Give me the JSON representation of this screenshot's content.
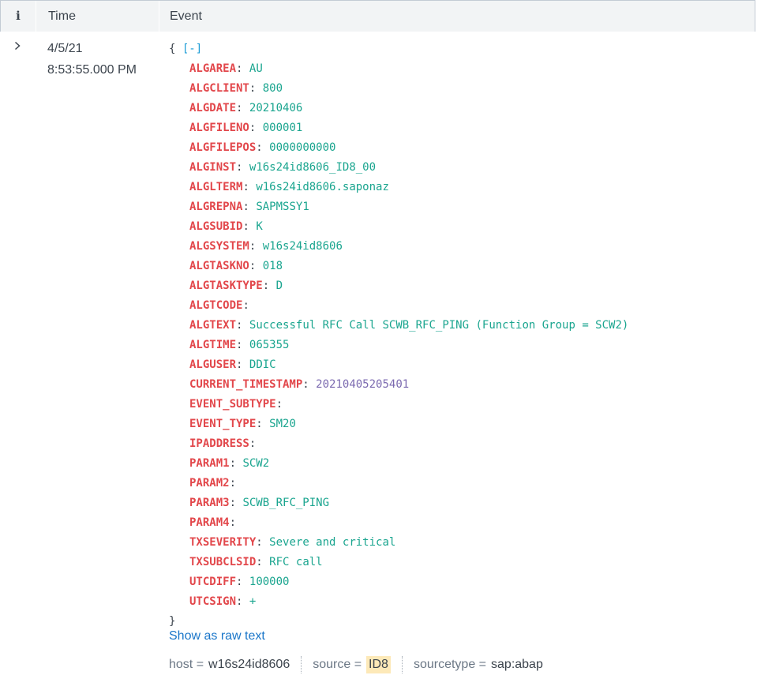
{
  "header": {
    "info_label": "i",
    "time_label": "Time",
    "event_label": "Event"
  },
  "row": {
    "expander_icon": "chevron-right-icon",
    "date": "4/5/21",
    "time": "8:53:55.000 PM",
    "json_open": "{",
    "collapse_label": "[-]",
    "json_close": "}",
    "fields": [
      {
        "key": "ALGAREA",
        "value": "AU",
        "type": "str"
      },
      {
        "key": "ALGCLIENT",
        "value": "800",
        "type": "str"
      },
      {
        "key": "ALGDATE",
        "value": "20210406",
        "type": "str"
      },
      {
        "key": "ALGFILENO",
        "value": "000001",
        "type": "str"
      },
      {
        "key": "ALGFILEPOS",
        "value": "0000000000",
        "type": "str"
      },
      {
        "key": "ALGINST",
        "value": "w16s24id8606_ID8_00",
        "type": "str"
      },
      {
        "key": "ALGLTERM",
        "value": "w16s24id8606.saponaz",
        "type": "str"
      },
      {
        "key": "ALGREPNA",
        "value": "SAPMSSY1",
        "type": "str"
      },
      {
        "key": "ALGSUBID",
        "value": "K",
        "type": "str"
      },
      {
        "key": "ALGSYSTEM",
        "value": "w16s24id8606",
        "type": "str"
      },
      {
        "key": "ALGTASKNO",
        "value": "018",
        "type": "str"
      },
      {
        "key": "ALGTASKTYPE",
        "value": "D",
        "type": "str"
      },
      {
        "key": "ALGTCODE",
        "value": "",
        "type": "str"
      },
      {
        "key": "ALGTEXT",
        "value": "Successful RFC Call SCWB_RFC_PING (Function Group = SCW2)",
        "type": "str"
      },
      {
        "key": "ALGTIME",
        "value": "065355",
        "type": "str"
      },
      {
        "key": "ALGUSER",
        "value": "DDIC",
        "type": "str"
      },
      {
        "key": "CURRENT_TIMESTAMP",
        "value": "20210405205401",
        "type": "num"
      },
      {
        "key": "EVENT_SUBTYPE",
        "value": "",
        "type": "str"
      },
      {
        "key": "EVENT_TYPE",
        "value": "SM20",
        "type": "str"
      },
      {
        "key": "IPADDRESS",
        "value": "",
        "type": "str"
      },
      {
        "key": "PARAM1",
        "value": "SCW2",
        "type": "str"
      },
      {
        "key": "PARAM2",
        "value": "",
        "type": "str"
      },
      {
        "key": "PARAM3",
        "value": "SCWB_RFC_PING",
        "type": "str"
      },
      {
        "key": "PARAM4",
        "value": "",
        "type": "str"
      },
      {
        "key": "TXSEVERITY",
        "value": "Severe and critical",
        "type": "str"
      },
      {
        "key": "TXSUBCLSID",
        "value": "RFC call",
        "type": "str"
      },
      {
        "key": "UTCDIFF",
        "value": "100000",
        "type": "str"
      },
      {
        "key": "UTCSIGN",
        "value": "+",
        "type": "str"
      }
    ],
    "raw_link_label": "Show as raw text",
    "meta_fields": [
      {
        "name": "host =",
        "value": "w16s24id8606",
        "highlight": false
      },
      {
        "name": "source =",
        "value": "ID8",
        "highlight": true
      },
      {
        "name": "sourcetype =",
        "value": "sap:abap",
        "highlight": false
      }
    ]
  },
  "colors": {
    "key": "#e2474b",
    "string_value": "#1aa58f",
    "number_value": "#7b6ab0",
    "link": "#1a76c9",
    "header_bg": "#f2f4f5",
    "highlight": "#fde9b8"
  }
}
